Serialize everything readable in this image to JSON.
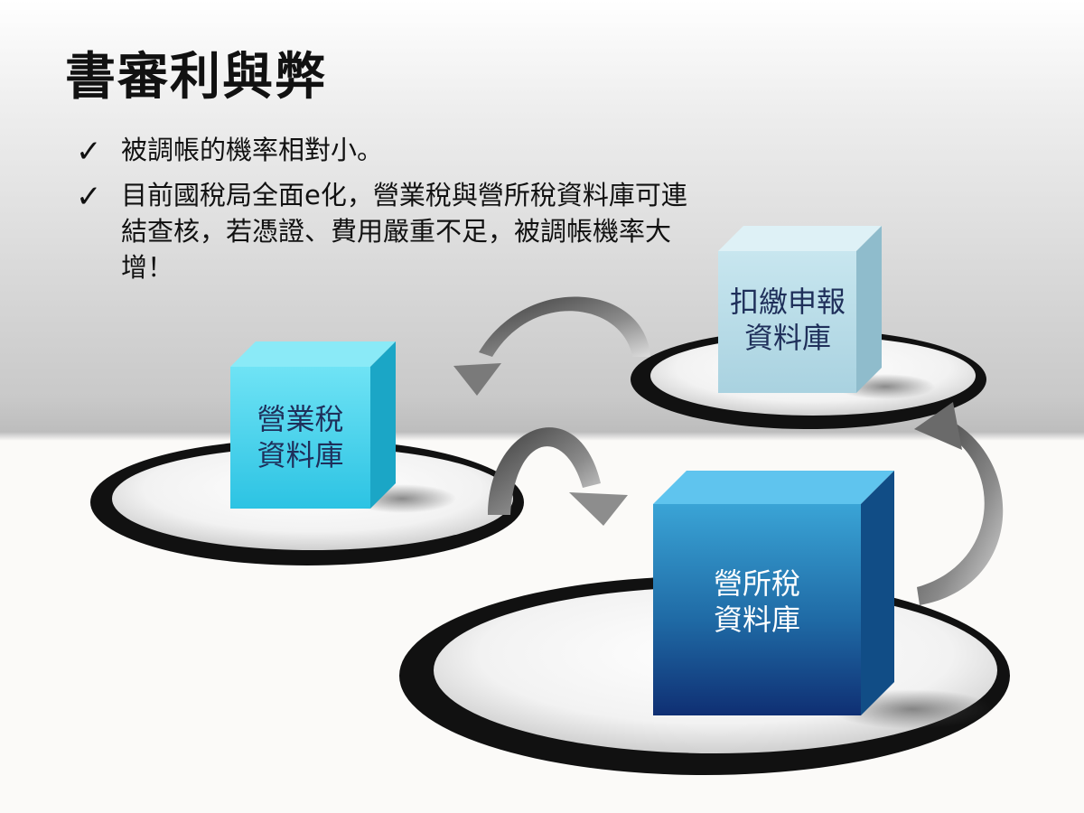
{
  "title": "書審利與弊",
  "bullets": [
    {
      "check": "✓",
      "text": "被調帳的機率相對小。"
    },
    {
      "check": "✓",
      "text": "目前國稅局全面e化，營業稅與營所稅資料庫可連結查核，若憑證、費用嚴重不足，被調帳機率大增！"
    }
  ],
  "databases": {
    "business_tax": {
      "line1": "營業稅",
      "line2": "資料庫"
    },
    "withholding": {
      "line1": "扣繳申報",
      "line2": "資料庫"
    },
    "income_tax": {
      "line1": "營所稅",
      "line2": "資料庫"
    }
  },
  "colors": {
    "business_tax_cube": "#4fd7ef",
    "withholding_cube": "#b9dde9",
    "income_tax_cube": "#1e6ea8",
    "label_dark": "#1f2f5a",
    "label_light": "#ffffff"
  }
}
